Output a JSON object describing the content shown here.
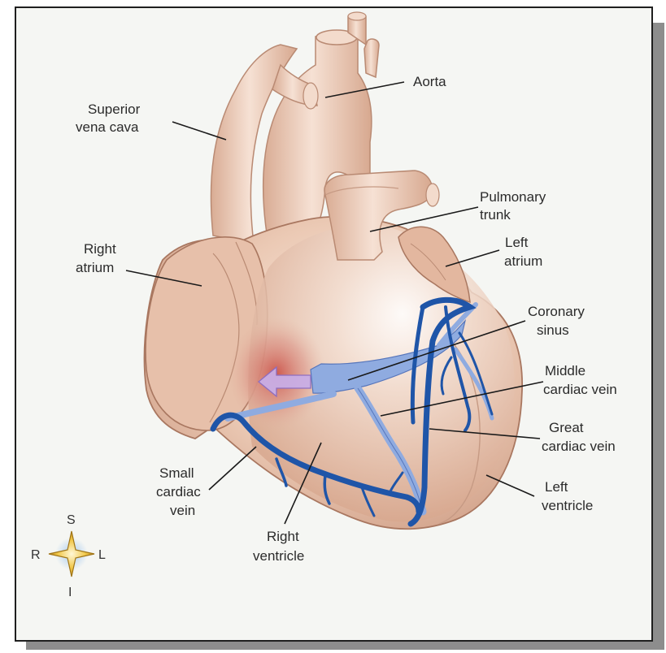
{
  "labels": {
    "aorta": "Aorta",
    "svc_line1": "Superior",
    "svc_line2": "vena cava",
    "pulmonary_line1": "Pulmonary",
    "pulmonary_line2": "trunk",
    "right_atrium_line1": "Right",
    "right_atrium_line2": "atrium",
    "left_atrium_line1": "Left",
    "left_atrium_line2": "atrium",
    "coronary_sinus_line1": "Coronary",
    "coronary_sinus_line2": "sinus",
    "middle_cardiac_line1": "Middle",
    "middle_cardiac_line2": "cardiac vein",
    "great_cardiac_line1": "Great",
    "great_cardiac_line2": "cardiac vein",
    "small_cardiac_line1": "Small",
    "small_cardiac_line2": "cardiac",
    "small_cardiac_line3": "vein",
    "left_ventricle_line1": "Left",
    "left_ventricle_line2": "ventricle",
    "right_ventricle_line1": "Right",
    "right_ventricle_line2": "ventricle"
  },
  "compass": {
    "superior": "S",
    "inferior": "I",
    "right": "R",
    "left": "L"
  },
  "colors": {
    "tissue": "#e9c7b1",
    "tissue_shadow": "#d7a88f",
    "vein": "#1f55a8",
    "vein_light": "#7f9fd8",
    "background": "#f5f6f3"
  }
}
